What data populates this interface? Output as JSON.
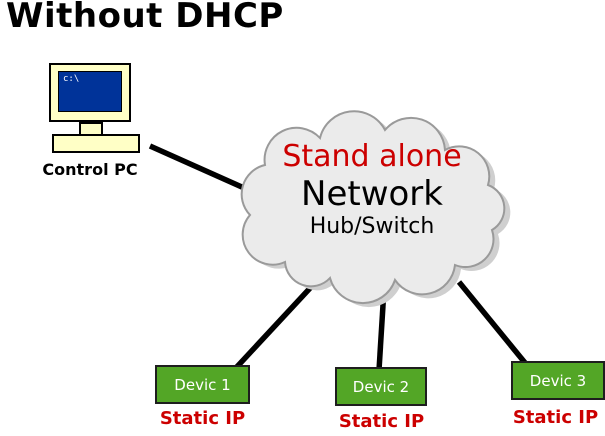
{
  "title": "Without DHCP",
  "control_pc": {
    "label": "Control PC",
    "screen_text": "c:\\"
  },
  "cloud": {
    "line1": "Stand alone",
    "line2": "Network",
    "line3": "Hub/Switch"
  },
  "devices": [
    {
      "label": "Devic 1",
      "sub": "Static IP"
    },
    {
      "label": "Devic 2",
      "sub": "Static IP"
    },
    {
      "label": "Devic 3",
      "sub": "Static IP"
    }
  ],
  "colors": {
    "red_accent": "#cc0000",
    "device_green": "#53a626",
    "cloud_fill": "#ebebeb",
    "cloud_stroke": "#9a9a9a",
    "screen_blue": "#003399",
    "pc_yellow": "#ffffc6",
    "line_black": "#000000"
  }
}
